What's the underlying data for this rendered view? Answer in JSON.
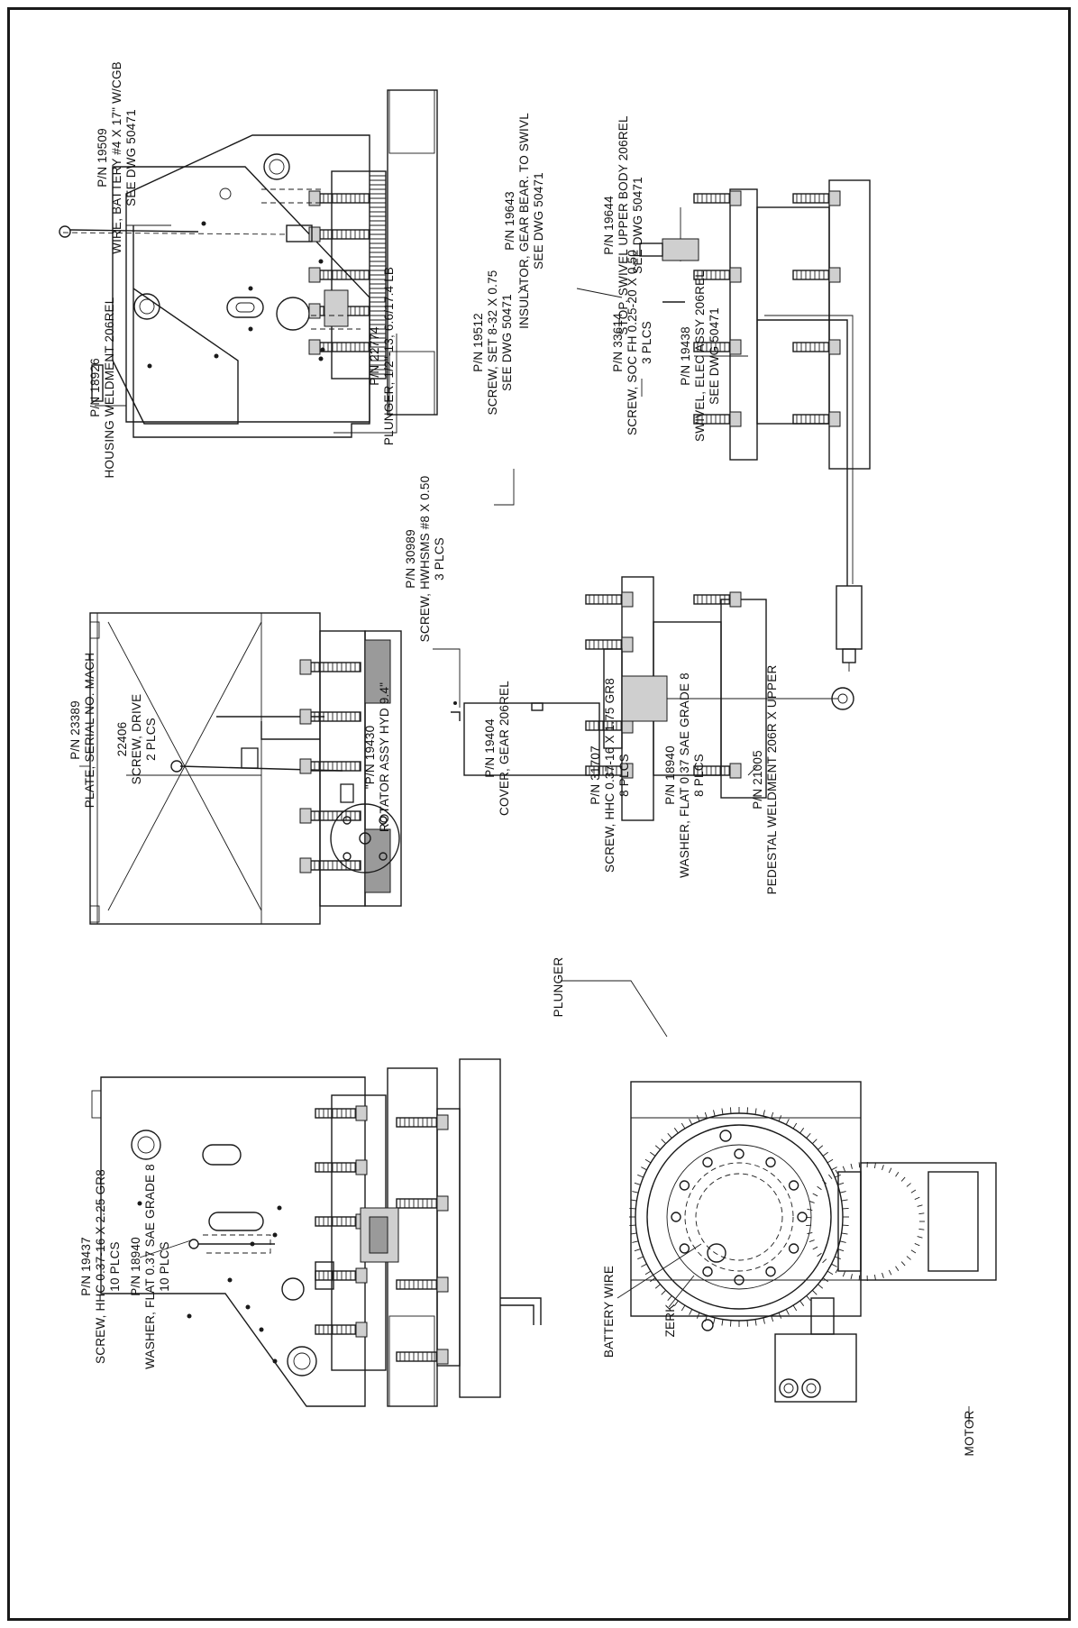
{
  "labels": {
    "wire_battery": [
      "P/N 19509",
      "WIRE, BATTERY #4 X 17\" W/CGB",
      "SEE DWG 50471"
    ],
    "housing_weldment": [
      "P/N 18926",
      "HOUSING WELDMENT 206REL"
    ],
    "plunger_part": [
      "P/N 22774",
      "PLUNGER, 1/2\"-13, 6.6/17.4 LB"
    ],
    "insulator": [
      "P/N 19643",
      "INSULATOR, GEAR BEAR. TO SWIVL",
      "SEE DWG 50471"
    ],
    "stop_swivel": [
      "P/N 19644",
      "STOP, SWIVEL UPPER BODY 206REL",
      "SEE DWG 50471"
    ],
    "screw_set": [
      "P/N 19512",
      "SCREW, SET 8-32 X 0.75",
      "SEE DWG 50471"
    ],
    "screw_soc": [
      "P/N 33614",
      "SCREW, SOC FH 0.25-20 X 0.50",
      "3 PLCS"
    ],
    "swivel_elec": [
      "P/N 19438",
      "SWIVEL, ELEC ASSY 206REL",
      "SEE DWG 50471"
    ],
    "screw_hwhsms": [
      "P/N 30989",
      "SCREW, HWHSMS #8 X 0.50",
      "3 PLCS"
    ],
    "plate_serial": [
      "P/N 23389",
      "PLATE, SERIAL NO. MACH"
    ],
    "screw_drive": [
      "22406",
      "SCREW, DRIVE",
      "2 PLCS"
    ],
    "rotator_assy": [
      "\"P/N 19430",
      "ROTATOR ASSY HYD 9.4\""
    ],
    "cover_gear": [
      "P/N 19404",
      "COVER, GEAR 206REL"
    ],
    "screw_hhc_175": [
      "P/N 31707",
      "SCREW, HHC 0.37-16 X 1.75 GR8",
      "8 PLCS"
    ],
    "washer_8": [
      "P/N 18940",
      "WASHER, FLAT 0.37 SAE GRADE 8",
      "8 PLCS"
    ],
    "pedestal": [
      "P/N 21005",
      "PEDESTAL WELDMENT 206R X UPPER"
    ],
    "screw_hhc_225": [
      "P/N 19437",
      "SCREW, HHC 0.37-16 X 2.25 GR8",
      "10 PLCS"
    ],
    "washer_10": [
      "P/N 18940",
      "WASHER, FLAT 0.37 SAE GRADE 8",
      "10 PLCS"
    ],
    "callout_plunger": [
      "PLUNGER"
    ],
    "callout_battery_wire": [
      "BATTERY WIRE"
    ],
    "callout_zerk": [
      "ZERK"
    ],
    "callout_motor": [
      "MOTOR"
    ]
  }
}
